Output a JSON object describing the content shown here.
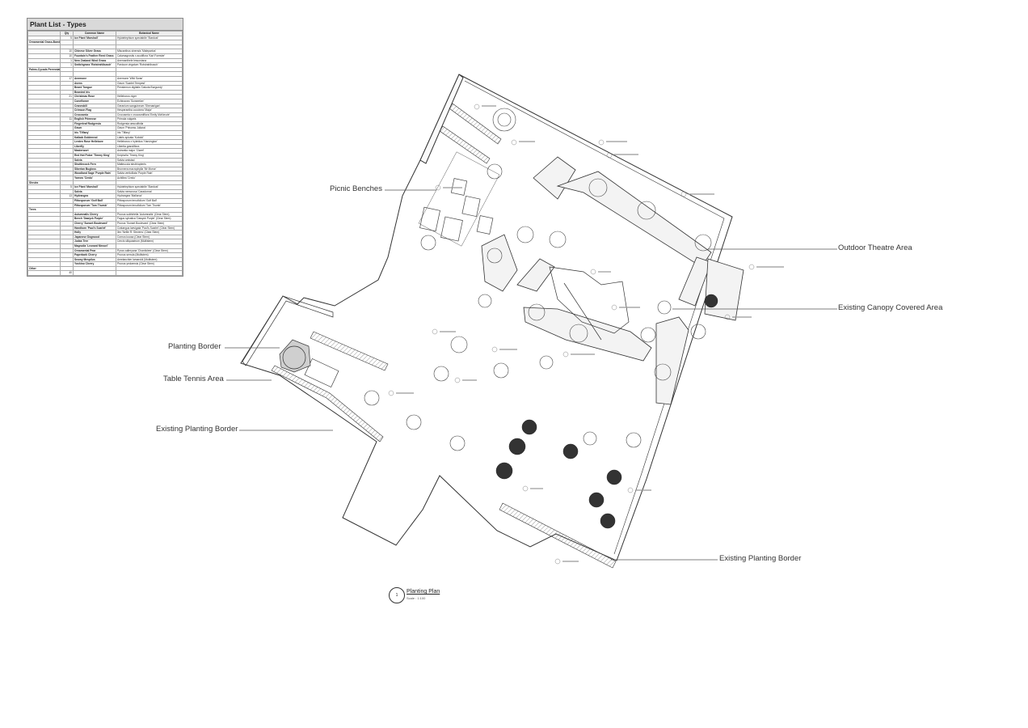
{
  "plant_list": {
    "title": "Plant List - Types",
    "headers": [
      "",
      "Qty",
      "Common Name",
      "Botanical Name"
    ],
    "rows": [
      [
        "",
        "5",
        "Ice Plant 'Marshall'",
        "Hylotelephium spectabile 'Stardust'"
      ],
      [
        "Ornamental Grass-Bamboos",
        "",
        "",
        ""
      ],
      [
        "",
        "",
        "",
        ""
      ],
      [
        "",
        "10",
        "Chinese Silver Grass",
        "Miscanthus sinensis 'Malepartus'"
      ],
      [
        "",
        "10",
        "Fountain's Feather Reed Grass",
        "Calamagrostis x acutiflora 'Karl Foerster'"
      ],
      [
        "",
        "1",
        "New Zealand Wind Grass",
        "Anemanthele lessoniana"
      ],
      [
        "",
        "1",
        "Switchgrass 'Rotstrahlbusch'",
        "Panicum virgatum 'Rotstrahlbusch'"
      ],
      [
        "Palms-Cycads Perennials",
        "",
        "",
        ""
      ],
      [
        "",
        "",
        "",
        ""
      ],
      [
        "",
        "17",
        "Anemone",
        "Anemone 'Wild Swan'"
      ],
      [
        "",
        "",
        "Avens",
        "Geum 'Scarlet Tempest'"
      ],
      [
        "",
        "",
        "Beard Tongue",
        "Penstemon digitalis 'Dakota Burgundy'"
      ],
      [
        "",
        "",
        "Bearded Iris",
        ""
      ],
      [
        "",
        "21",
        "Christmas Rose",
        "Helleborus niger"
      ],
      [
        "",
        "",
        "Coneflower",
        "Echinacea 'Sunseeker'"
      ],
      [
        "",
        "",
        "Cranesbill",
        "Geranium sanguineum 'Shenanigan'"
      ],
      [
        "",
        "",
        "Crimson Flag",
        "Hesperantha coccinea 'Major'"
      ],
      [
        "",
        "",
        "Crocosmia",
        "Crocosmia x crocosmiiflora 'Emily McKenzie'"
      ],
      [
        "",
        "11",
        "English Primrose",
        "Primula vulgaris"
      ],
      [
        "",
        "",
        "Fingerleaf Rodgersia",
        "Rodgersia aesculifolia"
      ],
      [
        "",
        "",
        "Geum",
        "Geum 'Princess Juliana'"
      ],
      [
        "",
        "",
        "Iris 'Tiffany'",
        "Iris 'Tiffany'"
      ],
      [
        "",
        "",
        "Kaibab Goldenrod",
        "Liatris spicata 'Kobold'"
      ],
      [
        "",
        "",
        "Lenten Rose Hellebore",
        "Helleborus x hybridus 'Harvington'"
      ],
      [
        "",
        "",
        "Liberfly",
        "Libertia grandiflora"
      ],
      [
        "",
        "",
        "Masterwort",
        "Astrantia major 'Claret'"
      ],
      [
        "",
        "",
        "Red Hot Poker 'Timmy King'",
        "Kniphofia 'Timmy King'"
      ],
      [
        "",
        "",
        "Salvia",
        "Salvia amistad"
      ],
      [
        "",
        "",
        "Shuttlecock Fern",
        "Matteuccia struthiopteris"
      ],
      [
        "",
        "",
        "Siberian Bugloss",
        "Brunnera macrophylla 'Mr Morse'"
      ],
      [
        "",
        "",
        "Woodland Sage 'Purple Rain'",
        "Salvia verticillata 'Purple Rain'"
      ],
      [
        "",
        "",
        "Yarrow 'Credo'",
        "Achillea 'Credo'"
      ],
      [
        "Shrubs",
        "",
        "",
        ""
      ],
      [
        "",
        "5",
        "Ice Plant 'Marshall'",
        "Hylotelephium spectabile 'Stardust'"
      ],
      [
        "",
        "",
        "Salvia",
        "Salvia nemorosa 'Caradonna'"
      ],
      [
        "",
        "13",
        "Hydrangea",
        "Hydrangea 'Mallorca'"
      ],
      [
        "",
        "",
        "Pittosporum 'Golf Ball'",
        "Pittosporum tenuifolium 'Golf Ball'"
      ],
      [
        "",
        "",
        "Pittosporum 'Tom Thumb'",
        "Pittosporum tenuifolium 'Tom Thumb'"
      ],
      [
        "Trees",
        "",
        "",
        ""
      ],
      [
        "",
        "",
        "Autumnalis Cherry",
        "Prunus subhirtella 'Autumnalis' (Clear Stem)"
      ],
      [
        "",
        "",
        "Beech 'Dawyck Purple'",
        "Fagus sylvatica 'Dawyck Purple' (Clear Stem)"
      ],
      [
        "",
        "",
        "Cherry 'Sunset Boulevard'",
        "Prunus 'Sunset Boulevard' (Clear Stem)"
      ],
      [
        "",
        "",
        "Hawthorn 'Paul's Scarlet'",
        "Crataegus laevigata 'Paul's Scarlet' (Clear Stem)"
      ],
      [
        "",
        "",
        "Holly",
        "Ilex 'Nellie R. Stevens' (Clear Stem)"
      ],
      [
        "",
        "",
        "Japanese Dogwood",
        "Cornus kousa (Clear Stem)"
      ],
      [
        "",
        "",
        "Judas Tree",
        "Cercis siliquastrum (Multistem)"
      ],
      [
        "",
        "",
        "Magnolia 'Leonard Messel'",
        ""
      ],
      [
        "",
        "",
        "Ornamental Pear",
        "Pyrus calleryana 'Chanticleer' (Clear Stem)"
      ],
      [
        "",
        "",
        "Paperbark Cherry",
        "Prunus serrula (Multistem)"
      ],
      [
        "",
        "",
        "Snowy Mespilus",
        "Amelanchier lamarckii (Multistem)"
      ],
      [
        "",
        "",
        "Yoshino Cherry",
        "Prunus yedoensis (Clear Stem)"
      ],
      [
        "Other",
        "",
        "",
        ""
      ],
      [
        "",
        "40",
        "",
        ""
      ]
    ]
  },
  "callouts": {
    "picnic": "Picnic Benches",
    "theatre": "Outdoor Theatre Area",
    "canopy": "Existing Canopy Covered Area",
    "planting_border": "Planting Border",
    "table_tennis": "Table Tennis Area",
    "existing_border_left": "Existing Planting Border",
    "existing_border_bottom": "Existing Planting Border"
  },
  "scale": {
    "number": "1",
    "title": "Planting Plan",
    "subtitle": "Scale : 1:100"
  }
}
